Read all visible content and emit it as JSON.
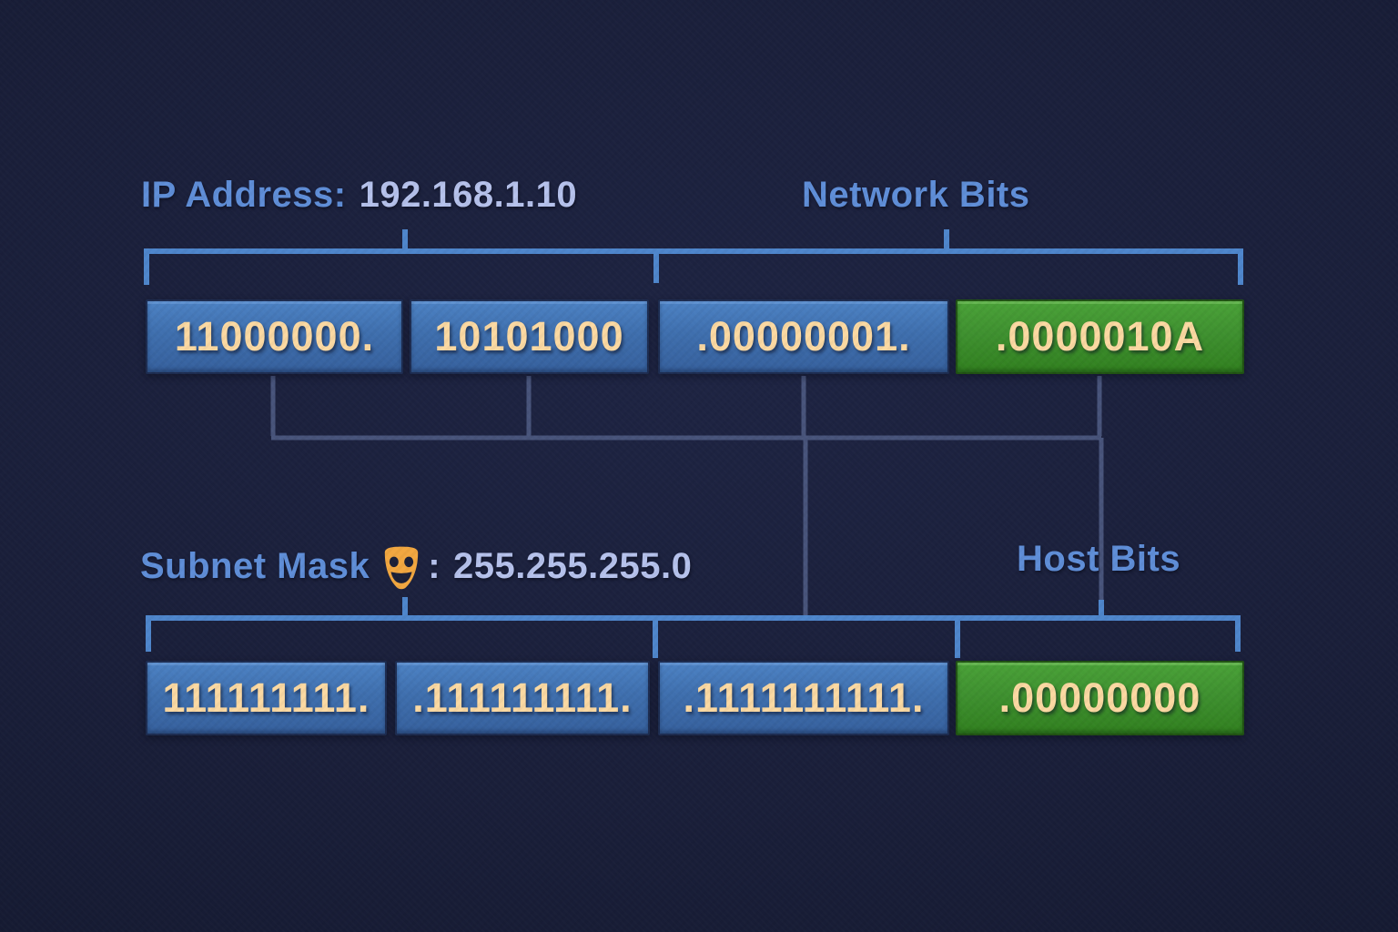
{
  "diagram_title": "IP address and subnet mask binary breakdown",
  "colors": {
    "background": "#1a1f3a",
    "label_blue": "#5f8ed8",
    "value_light": "#b6c2ec",
    "bit_text_cream": "#fbd9a2",
    "box_blue": "#3f6fae",
    "box_green": "#3f9130",
    "bracket_blue": "#4e86cc",
    "connector_slate": "#48547b",
    "emoji_orange": "#f2a740"
  },
  "ip_section": {
    "label": "IP Address:",
    "value": "192.168.1.10",
    "network_bits_label": "Network Bits",
    "octets": [
      {
        "bits": "11000000.",
        "role": "network"
      },
      {
        "bits": "10101000",
        "role": "network"
      },
      {
        "bits": ".00000001.",
        "role": "network"
      },
      {
        "bits": ".0000010A",
        "role": "host"
      }
    ]
  },
  "subnet_section": {
    "label": "Subnet Mask",
    "emoji": "mask-emoji",
    "separator": ":",
    "value": "255.255.255.0",
    "host_bits_label": "Host Bits",
    "octets": [
      {
        "bits": "111111111.",
        "role": "network"
      },
      {
        "bits": ".111111111.",
        "role": "network"
      },
      {
        "bits": ".1111111111.",
        "role": "network"
      },
      {
        "bits": ".00000000",
        "role": "host"
      }
    ]
  }
}
